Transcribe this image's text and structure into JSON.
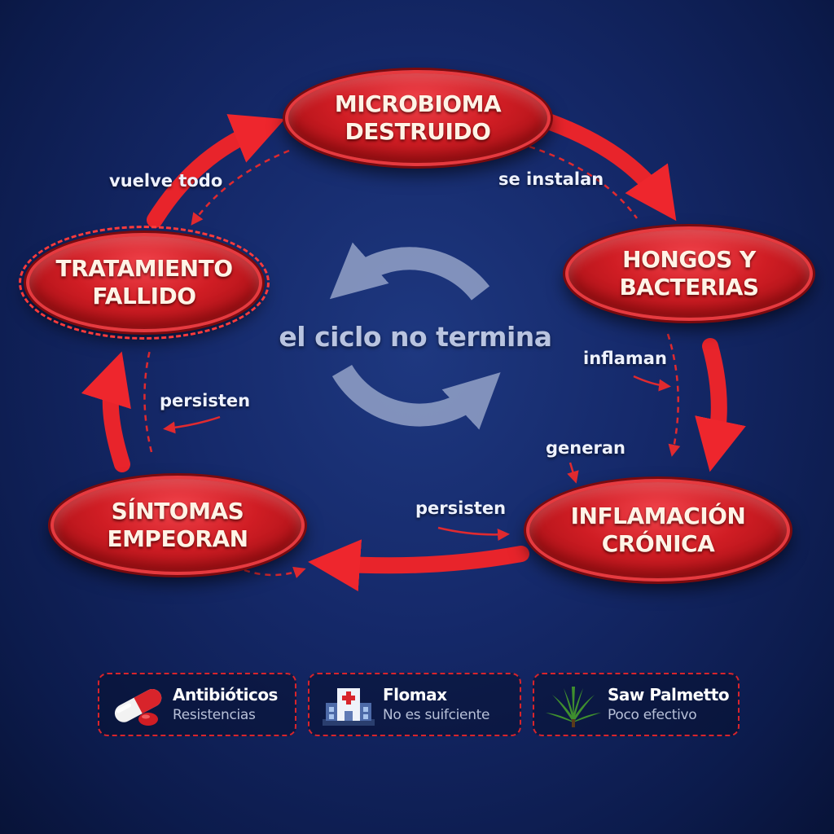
{
  "diagram": {
    "center_label": "el ciclo no termina",
    "nodes": [
      {
        "id": "microbioma",
        "label": "MICROBIOMA\nDESTRUIDO"
      },
      {
        "id": "hongos",
        "label": "HONGOS Y\nBACTERIAS"
      },
      {
        "id": "inflamacion",
        "label": "INFLAMACIÓN\nCRÓNICA"
      },
      {
        "id": "sintomas",
        "label": "SÍNTOMAS\nEMPEORAN"
      },
      {
        "id": "tratamiento",
        "label": "TRATAMIENTO\nFALLIDO"
      }
    ],
    "edges": [
      {
        "from": "microbioma",
        "to": "hongos",
        "label": "se instalan"
      },
      {
        "from": "hongos",
        "to": "inflamacion",
        "label": "inflaman"
      },
      {
        "from": "hongos",
        "to": "inflamacion",
        "label": "generan"
      },
      {
        "from": "inflamacion",
        "to": "sintomas",
        "label": "persisten"
      },
      {
        "from": "sintomas",
        "to": "tratamiento",
        "label": "persisten"
      },
      {
        "from": "tratamiento",
        "to": "microbioma",
        "label": "vuelve todo"
      }
    ]
  },
  "treatments": [
    {
      "name": "Antibióticos",
      "note": "Resistencias",
      "icon": "pill-capsule-icon"
    },
    {
      "name": "Flomax",
      "note": "No es suifciente",
      "icon": "hospital-icon"
    },
    {
      "name": "Saw Palmetto",
      "note": "Poco efectivo",
      "icon": "palm-leaf-icon"
    }
  ],
  "colors": {
    "background": "#13296a",
    "node_red": "#d01d24",
    "arrow_red": "#e8242b",
    "center_cycle": "#a9b6d6"
  }
}
